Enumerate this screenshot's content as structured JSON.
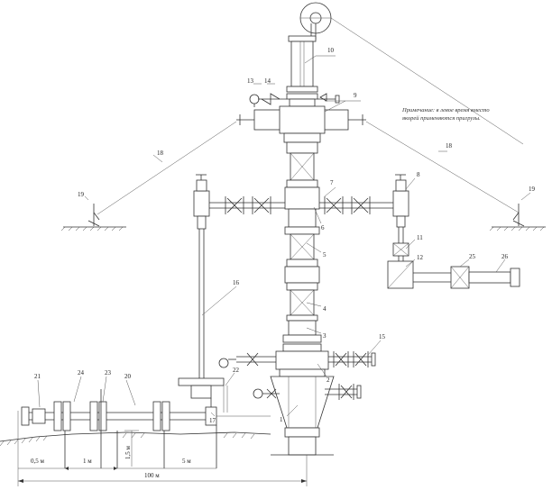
{
  "note": {
    "line1": "Примечание: в левое время вместо",
    "line2": "якорей применяются пригрузы."
  },
  "callouts": {
    "c1": "1",
    "c2": "2",
    "c3": "3",
    "c4": "4",
    "c5": "5",
    "c6": "6",
    "c7": "7",
    "c8": "8",
    "c9": "9",
    "c10": "10",
    "c11": "11",
    "c12": "12",
    "c13": "13",
    "c14": "14",
    "c15": "15",
    "c16": "16",
    "c17": "17",
    "c18a": "18",
    "c18b": "18",
    "c19a": "19",
    "c19b": "19",
    "c20": "20",
    "c21": "21",
    "c22": "22",
    "c23": "23",
    "c24": "24",
    "c25": "25",
    "c26": "26"
  },
  "dimensions": {
    "d05": "0,5 м",
    "d1": "1 м",
    "d15": "1,5 м",
    "d5": "5 м",
    "d100": "100 м"
  }
}
